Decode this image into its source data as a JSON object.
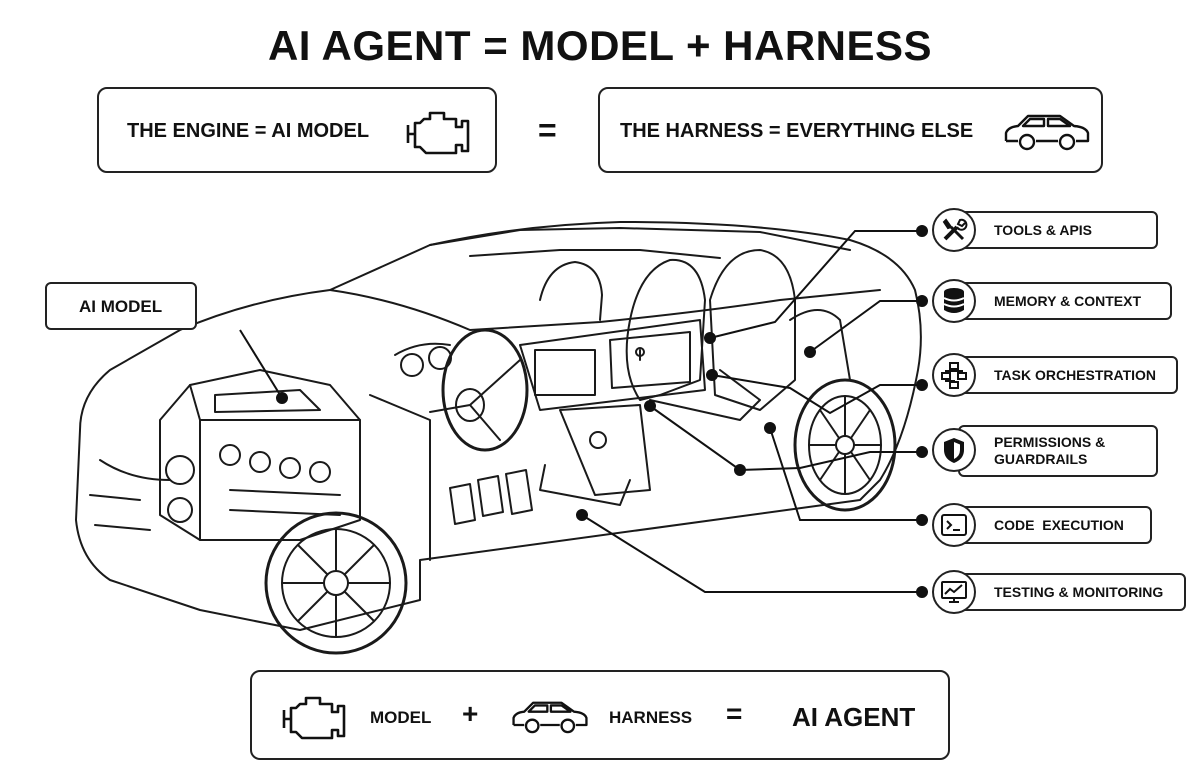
{
  "title": "AI AGENT = MODEL + HARNESS",
  "top": {
    "engine_label": "THE ENGINE = AI MODEL",
    "equals": "=",
    "harness_label": "THE HARNESS = EVERYTHING ELSE"
  },
  "callouts": {
    "ai_model": "AI MODEL"
  },
  "harness_items": [
    {
      "label": "TOOLS & APIS",
      "icon": "wrench-screwdriver-icon"
    },
    {
      "label": "MEMORY & CONTEXT",
      "icon": "database-icon"
    },
    {
      "label": "TASK ORCHESTRATION",
      "icon": "flowchart-icon"
    },
    {
      "label": "PERMISSIONS &",
      "label2": "GUARDRAILS",
      "icon": "shield-icon"
    },
    {
      "label": "CODE  EXECUTION",
      "icon": "terminal-icon"
    },
    {
      "label": "TESTING & MONITORING",
      "icon": "monitor-chart-icon"
    }
  ],
  "bottom": {
    "model": "MODEL",
    "plus": "+",
    "harness": "HARNESS",
    "equals": "=",
    "agent": "AI AGENT"
  }
}
